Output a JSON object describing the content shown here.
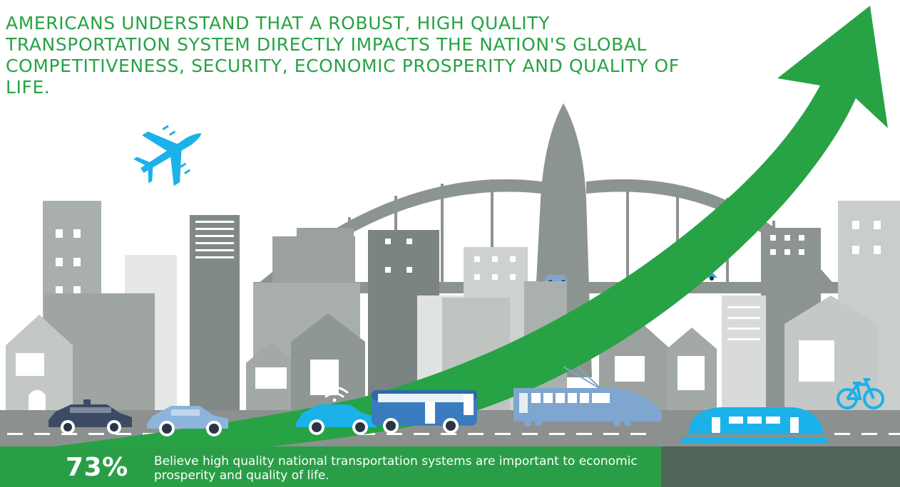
{
  "headline": "AMERICANS UNDERSTAND THAT A ROBUST, HIGH QUALITY TRANSPORTATION SYSTEM DIRECTLY IMPACTS THE NATION'S GLOBAL COMPETITIVENESS, SECURITY, ECONOMIC PROSPERITY AND QUALITY OF LIFE.",
  "stat": {
    "percent": "73%",
    "description": "Believe high quality national transportation systems are important to economic prosperity and quality of life."
  },
  "colors": {
    "accent_green": "#27a245",
    "stat_bar_green": "#2a9e47",
    "stat_bar_dark": "#4f655a",
    "road_gray": "#8c918f",
    "vehicle_blue": "#19b3e6",
    "building_gray": "#a3aaa6"
  },
  "icons": [
    "airplane-icon",
    "bicycle-icon",
    "growth-arrow-icon",
    "wifi-icon"
  ]
}
